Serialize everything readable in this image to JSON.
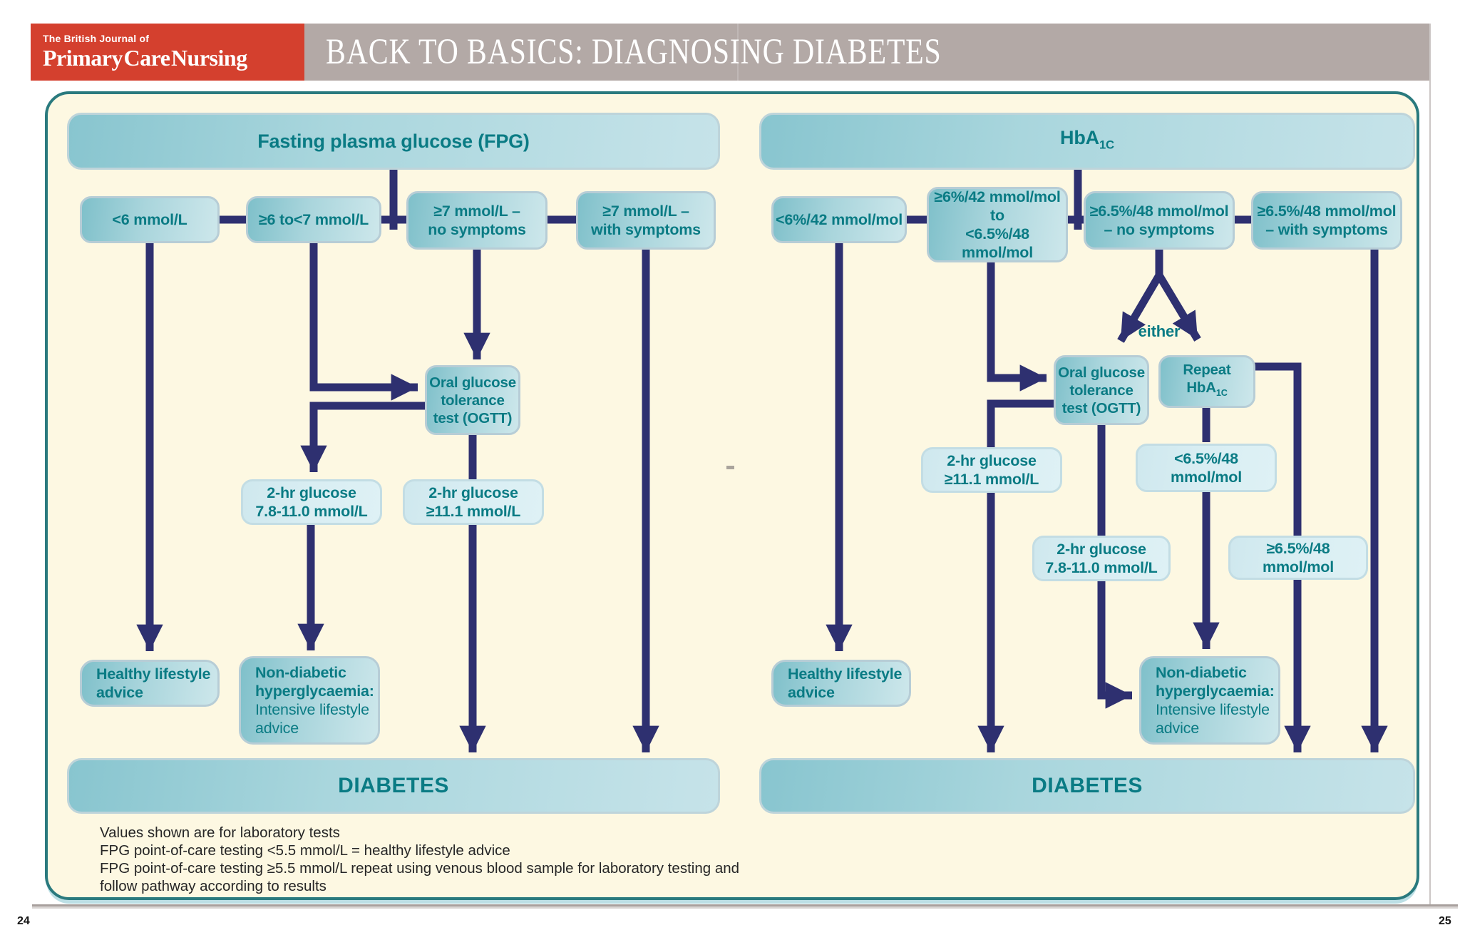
{
  "page": {
    "left_number": "24",
    "right_number": "25"
  },
  "masthead": {
    "tagline": "The British Journal of",
    "journal": "Primary Care Nursing",
    "title": "BACK TO BASICS: DIAGNOSING DIABETES"
  },
  "colors": {
    "accent_red": "#d4402e",
    "title_bar_gray": "#b3a9a6",
    "wire_navy": "#2e3070",
    "teal_text": "#0a7b84",
    "panel_border": "#2a7a7e",
    "panel_background": "#fdf8e2"
  },
  "fpg": {
    "title": "Fasting plasma glucose (FPG)",
    "b1": "<6 mmol/L",
    "b2": "≥6 to<7 mmol/L",
    "b3_line1": "≥7 mmol/L –",
    "b3_line2": "no symptoms",
    "b4_line1": "≥7 mmol/L –",
    "b4_line2": "with symptoms",
    "ogtt_line1": "Oral glucose",
    "ogtt_line2": "tolerance",
    "ogtt_line3": "test (OGTT)",
    "res1_line1": "2-hr glucose",
    "res1_line2": "7.8-11.0 mmol/L",
    "res2_line1": "2-hr glucose",
    "res2_line2": "≥11.1 mmol/L",
    "healthy_line1": "Healthy lifestyle",
    "healthy_line2": "advice",
    "nondiab_bold1": "Non-diabetic",
    "nondiab_bold2": "hyperglycaemia:",
    "nondiab_reg1": "Intensive lifestyle",
    "nondiab_reg2": "advice",
    "outcome": "DIABETES"
  },
  "hba1c": {
    "title_main": "HbA",
    "title_sub": "1C",
    "b1": "<6%/42 mmol/mol",
    "b2_line1": "≥6%/42 mmol/mol",
    "b2_line2": "to",
    "b2_line3": "<6.5%/48 mmol/mol",
    "b3_line1": "≥6.5%/48 mmol/mol",
    "b3_line2": "– no symptoms",
    "b4_line1": "≥6.5%/48 mmol/mol",
    "b4_line2": "– with symptoms",
    "either_label": "either",
    "ogtt_line1": "Oral glucose",
    "ogtt_line2": "tolerance",
    "ogtt_line3": "test (OGTT)",
    "repeat_line1": "Repeat",
    "repeat_main": "HbA",
    "repeat_sub": "1C",
    "res1_line1": "2-hr glucose",
    "res1_line2": "≥11.1 mmol/L",
    "res2": "<6.5%/48 mmol/mol",
    "res3_line1": "2-hr glucose",
    "res3_line2": "7.8-11.0 mmol/L",
    "res4": "≥6.5%/48 mmol/mol",
    "healthy_line1": "Healthy lifestyle",
    "healthy_line2": "advice",
    "nondiab_bold1": "Non-diabetic",
    "nondiab_bold2": "hyperglycaemia:",
    "nondiab_reg1": "Intensive lifestyle",
    "nondiab_reg2": "advice",
    "outcome": "DIABETES"
  },
  "footnotes": {
    "line1": "Values shown are for laboratory tests",
    "line2": "FPG point-of-care testing <5.5 mmol/L = healthy lifestyle advice",
    "line3": "FPG point-of-care testing ≥5.5 mmol/L repeat using venous blood sample for laboratory testing and",
    "line4": "follow pathway according to results"
  }
}
